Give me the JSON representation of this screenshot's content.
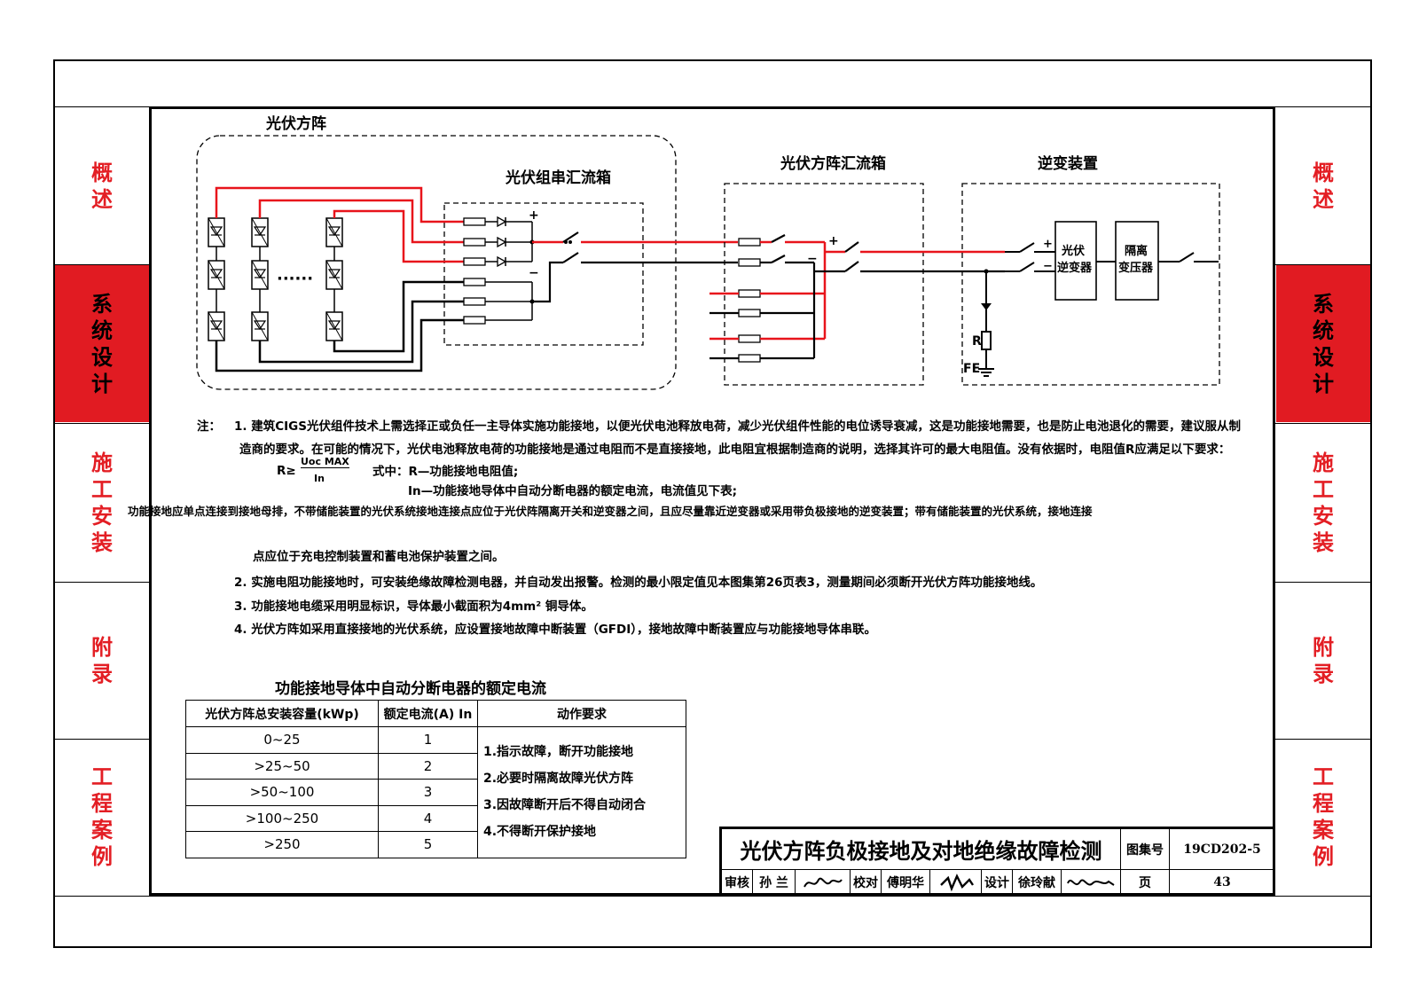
{
  "side_nav": [
    {
      "label": "概述",
      "chars": [
        "概",
        "述"
      ],
      "active": false
    },
    {
      "label": "系统设计",
      "chars": [
        "系",
        "统",
        "设",
        "计"
      ],
      "active": true
    },
    {
      "label": "施工安装",
      "chars": [
        "施",
        "工",
        "安",
        "装"
      ],
      "active": false
    },
    {
      "label": "附录",
      "chars": [
        "附",
        "录"
      ],
      "active": false
    },
    {
      "label": "工程案例",
      "chars": [
        "工",
        "程",
        "案",
        "例"
      ],
      "active": false
    }
  ],
  "diagram": {
    "pv_array_label": "光伏方阵",
    "string_combiner_label": "光伏组串汇流箱",
    "array_combiner_label": "光伏方阵汇流箱",
    "inverter_device_label": "逆变装置",
    "dots": "······",
    "pv_inverter": [
      "光伏",
      "逆变器"
    ],
    "isolation_transformer": [
      "隔离",
      "变压器"
    ],
    "resistor_label": "R",
    "fe_label": "FE",
    "plus": "+",
    "minus": "−"
  },
  "notes": {
    "prefix": "注：",
    "n1_line1": "1. 建筑CIGS光伏组件技术上需选择正或负任一主导体实施功能接地，以便光伏电池释放电荷，减少光伏组件性能的电位诱导衰减，这是功能接地需要，也是防止电池退化的需要，建议服从制",
    "n1_line2": "造商的要求。在可能的情况下，光伏电池释放电荷的功能接地是通过电阻而不是直接接地，此电阻宜根据制造商的说明，选择其许可的最大电阻值。没有依据时，电阻值R应满足以下要求：",
    "formula_lhs": "R≥",
    "formula_num": "Uoc MAX",
    "formula_den": "In",
    "formula_where": "式中：R—功能接地电阻值;",
    "formula_in": "In—功能接地导体中自动分断电器的额定电流，电流值见下表;",
    "n1_line3": "功能接地应单点连接到接地母排，不带储能装置的光伏系统接地连接点应位于光伏阵隔离开关和逆变器之间，且应尽量靠近逆变器或采用带负极接地的逆变装置；带有储能装置的光伏系统，接地连接",
    "n1_line4": "点应位于充电控制装置和蓄电池保护装置之间。",
    "n2": "2. 实施电阻功能接地时，可安装绝缘故障检测电器，并自动发出报警。检测的最小限定值见本图集第26页表3，测量期间必须断开光伏方阵功能接地线。",
    "n3": "3. 功能接地电缆采用明显标识，导体最小截面积为4mm² 铜导体。",
    "n4": "4. 光伏方阵如采用直接接地的光伏系统，应设置接地故障中断装置（GFDI），接地故障中断装置应与功能接地导体串联。"
  },
  "table": {
    "title": "功能接地导体中自动分断电器的额定电流",
    "headers": [
      "光伏方阵总安装容量(kWp)",
      "额定电流(A) In",
      "动作要求"
    ],
    "rows": [
      {
        "capacity": "0~25",
        "current": "1"
      },
      {
        "capacity": ">25~50",
        "current": "2"
      },
      {
        "capacity": ">50~100",
        "current": "3"
      },
      {
        "capacity": ">100~250",
        "current": "4"
      },
      {
        "capacity": ">250",
        "current": "5"
      }
    ],
    "actions": [
      "1.指示故障，断开功能接地",
      "2.必要时隔离故障光伏方阵",
      "3.因故障断开后不得自动闭合",
      "4.不得断开保护接地"
    ]
  },
  "title_block": {
    "title": "光伏方阵负极接地及对地绝缘故障检测",
    "atlas_label": "图集号",
    "atlas_no": "19CD202-5",
    "review_label": "审核",
    "reviewer": "孙 兰",
    "check_label": "校对",
    "checker": "傅明华",
    "design_label": "设计",
    "designer": "徐玲献",
    "page_label": "页",
    "page_no": "43"
  },
  "colors": {
    "accent_red": "#e11b22",
    "wire_red": "#e8141b",
    "text_red": "#e31e24"
  }
}
